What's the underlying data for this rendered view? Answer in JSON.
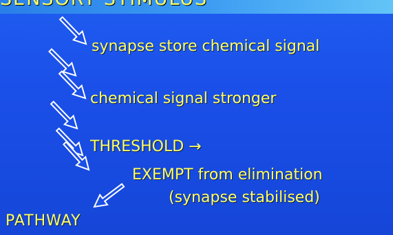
{
  "banner": {
    "text": "SENSORY STIMULUS"
  },
  "steps": [
    "synapse store chemical signal",
    "chemical signal stronger",
    "THRESHOLD →",
    "EXEMPT from elimination",
    "(synapse stabilised)"
  ],
  "outcome": "PATHWAY",
  "colors": {
    "text": "#ffff66",
    "background": "#1a4fe8",
    "banner": "#3b9af2",
    "arrow": "#ffffff"
  },
  "icons": {
    "arrows": "hollow-arrow-icon"
  }
}
